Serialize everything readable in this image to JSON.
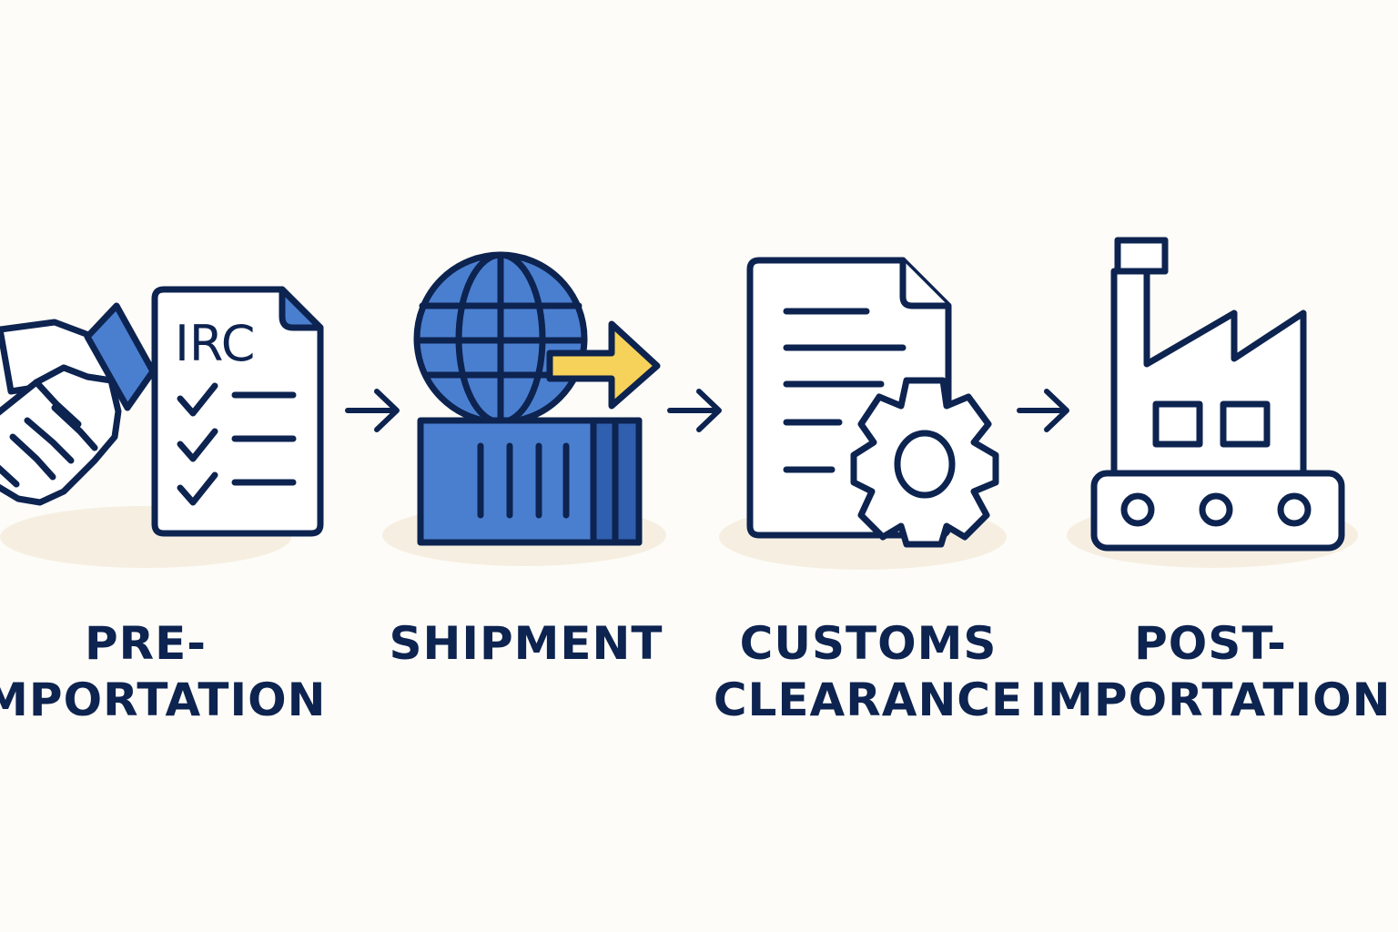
{
  "colors": {
    "background": "#fdfcf8",
    "outline": "#0d2350",
    "blue": "#4a7fd0",
    "yellow": "#f7d25a",
    "shadow": "#f6efe1",
    "white": "#ffffff"
  },
  "steps": [
    {
      "icon": "handshake-document-icon",
      "badge": "IRC",
      "label_lines": [
        "PRE-",
        "IMPORTATION"
      ]
    },
    {
      "icon": "globe-container-icon",
      "label_lines": [
        "SHIPMENT"
      ]
    },
    {
      "icon": "document-gear-icon",
      "label_lines": [
        "CUSTOMS",
        "CLEARANCE"
      ]
    },
    {
      "icon": "factory-icon",
      "label_lines": [
        "POST-",
        "IMPORTATION"
      ]
    }
  ],
  "connectors": [
    "arrow-right-icon",
    "arrow-right-icon",
    "arrow-right-icon"
  ]
}
